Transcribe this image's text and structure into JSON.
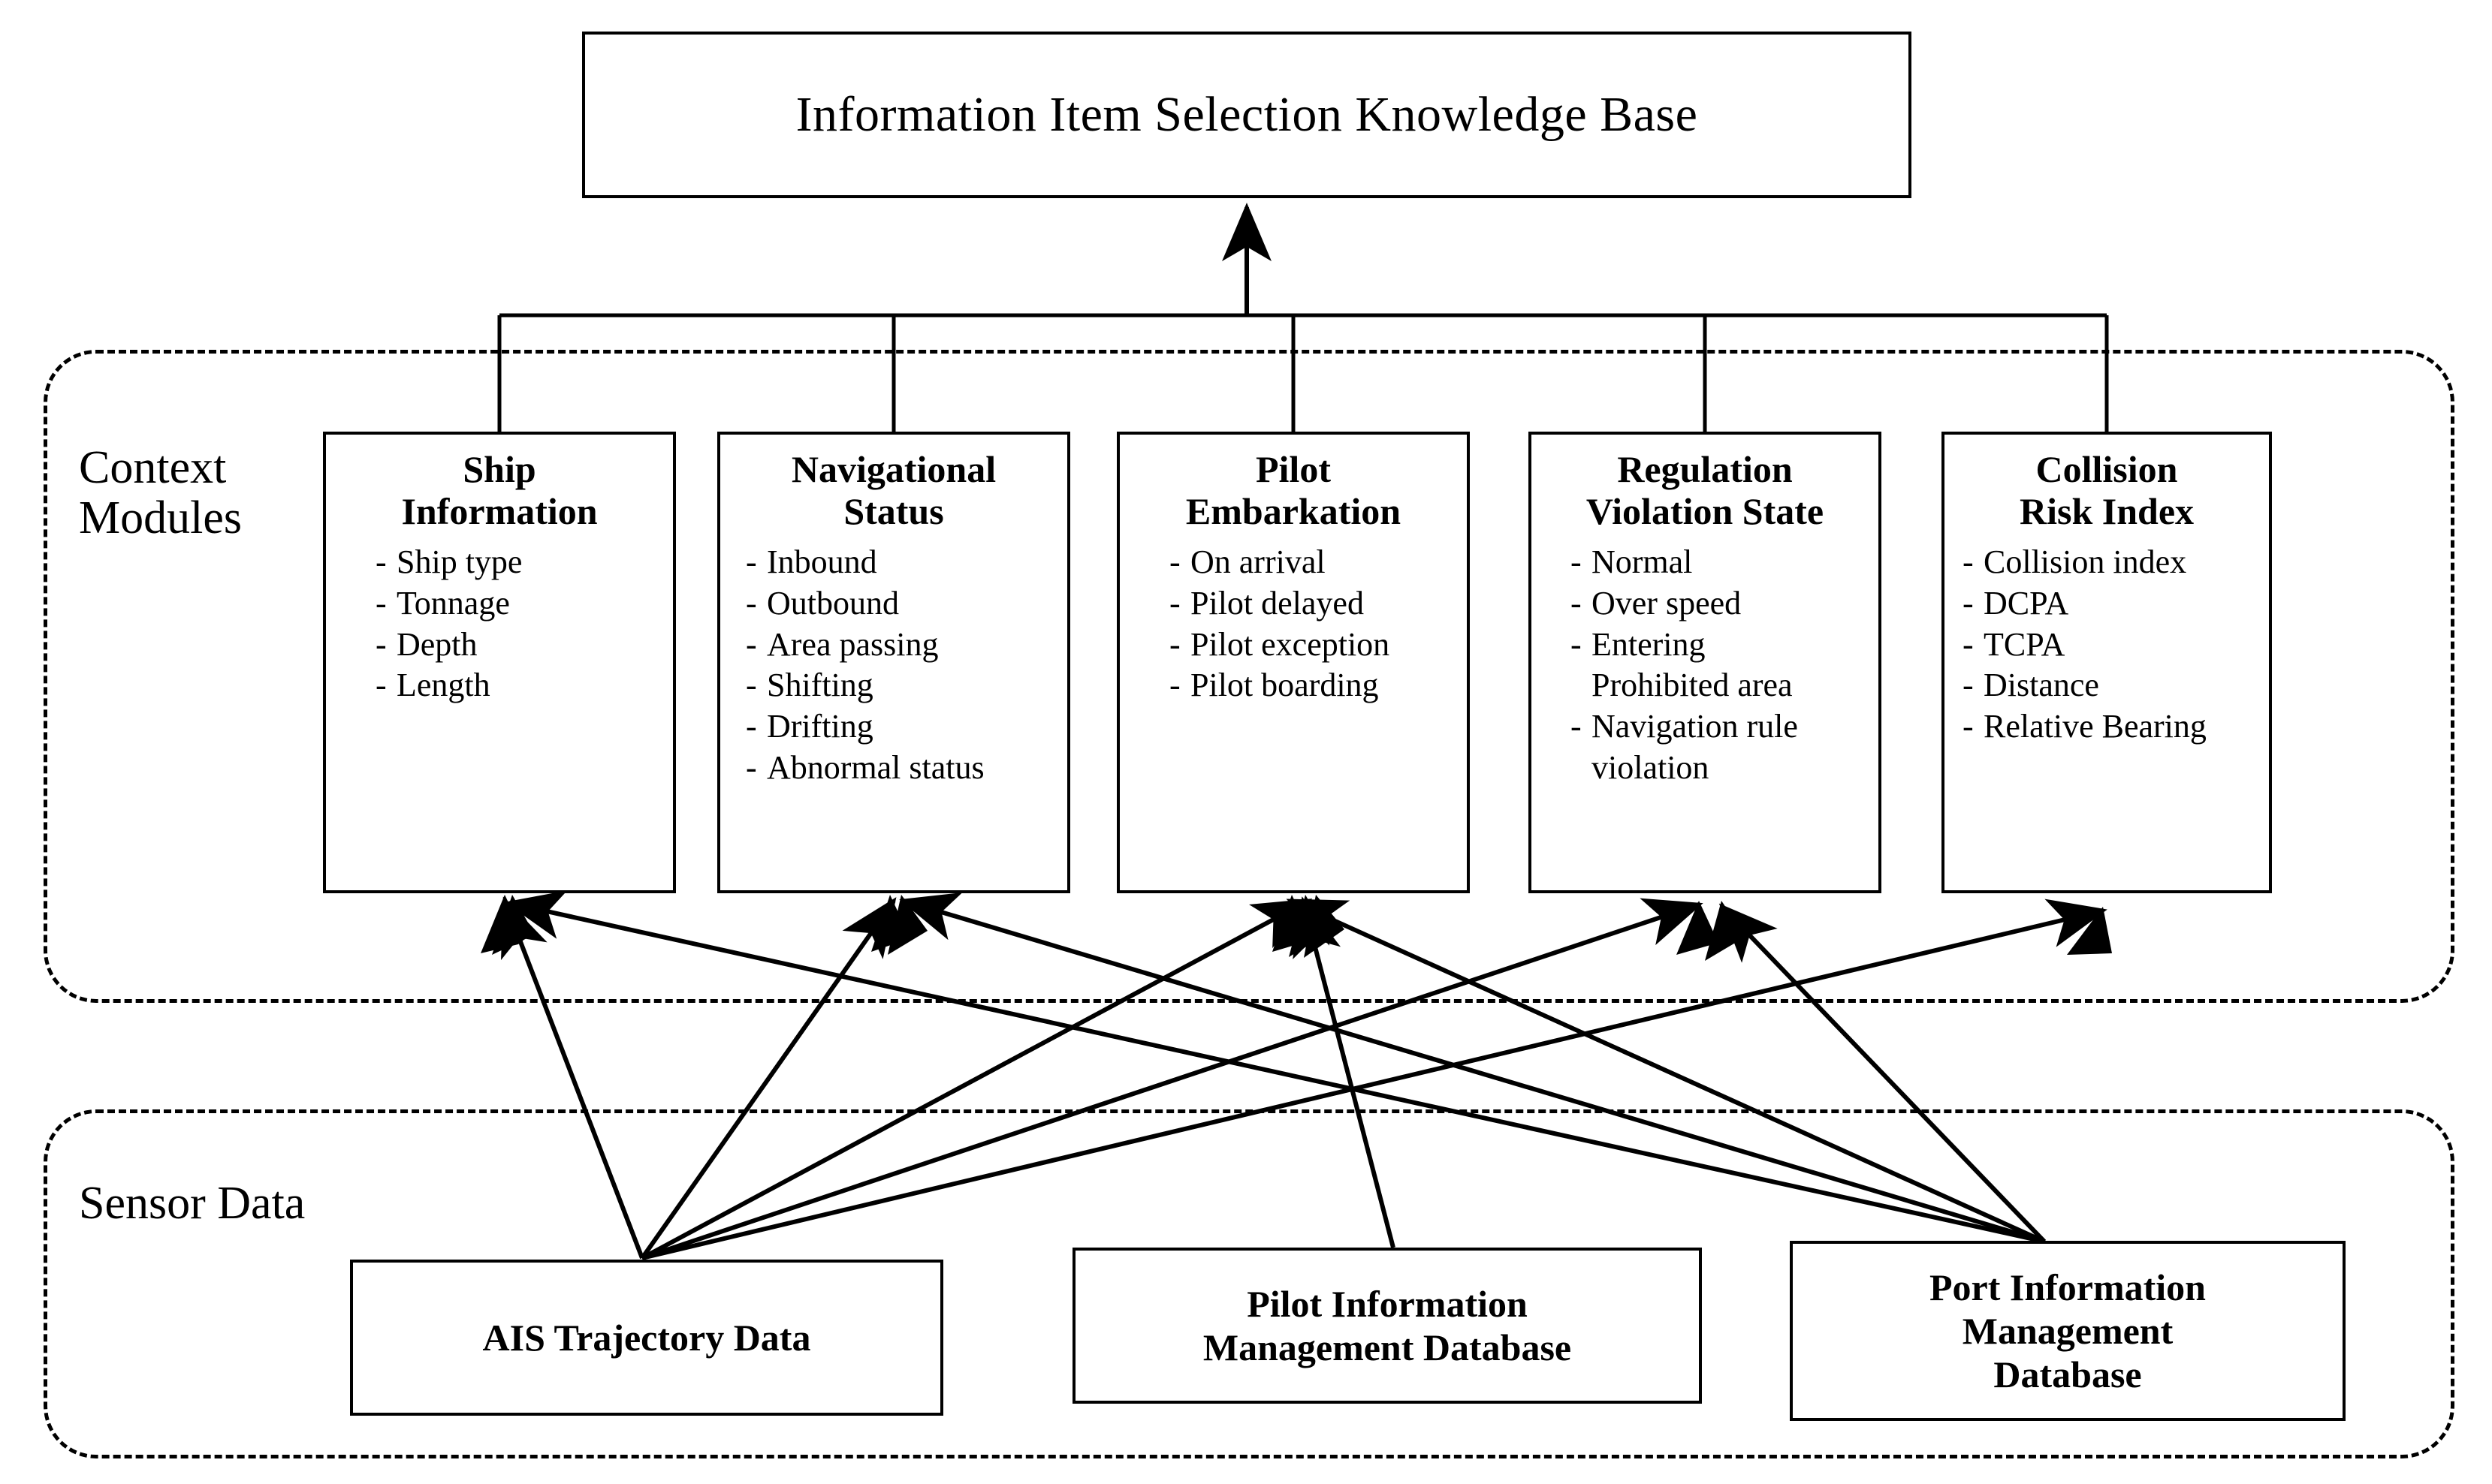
{
  "diagram": {
    "knowledge_base": {
      "title": "Information Item Selection Knowledge Base"
    },
    "layers": [
      {
        "id": "context",
        "label": "Context\nModules"
      },
      {
        "id": "sensor",
        "label": "Sensor Data"
      }
    ],
    "context_modules": [
      {
        "id": "ship-information",
        "title": "Ship\nInformation",
        "items": [
          "Ship type",
          "Tonnage",
          "Depth",
          "Length"
        ]
      },
      {
        "id": "navigational-status",
        "title": "Navigational\nStatus",
        "items": [
          "Inbound",
          "Outbound",
          "Area passing",
          "Shifting",
          "Drifting",
          "Abnormal status"
        ]
      },
      {
        "id": "pilot-embarkation",
        "title": "Pilot\nEmbarkation",
        "items": [
          "On arrival",
          "Pilot delayed",
          "Pilot exception",
          "Pilot boarding"
        ]
      },
      {
        "id": "regulation-violation-state",
        "title": "Regulation\nViolation State",
        "items": [
          "Normal",
          "Over speed",
          "Entering",
          "Prohibited area",
          "Navigation rule",
          "violation"
        ],
        "item_continuations": [
          false,
          false,
          false,
          true,
          false,
          true
        ]
      },
      {
        "id": "collision-risk-index",
        "title": "Collision\nRisk Index",
        "items": [
          "Collision index",
          "DCPA",
          "TCPA",
          "Distance",
          "Relative Bearing"
        ]
      }
    ],
    "sensor_sources": [
      {
        "id": "ais-trajectory-data",
        "title": "AIS Trajectory Data"
      },
      {
        "id": "pilot-information-management-database",
        "title": "Pilot Information\nManagement Database"
      },
      {
        "id": "port-information-management-database",
        "title": "Port Information\nManagement\nDatabase"
      }
    ],
    "colors": {
      "stroke": "#000000",
      "background": "#ffffff"
    }
  }
}
